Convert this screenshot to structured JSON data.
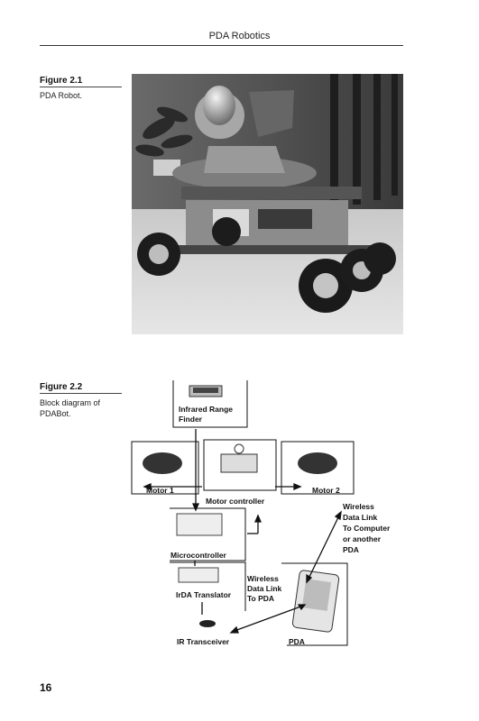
{
  "header": {
    "title": "PDA Robotics"
  },
  "figure1": {
    "label": "Figure 2.1",
    "caption": "PDA Robot."
  },
  "figure2": {
    "label": "Figure 2.2",
    "caption": "Block diagram of PDABot.",
    "blocks": {
      "range_finder": [
        "Infrared Range",
        "Finder"
      ],
      "motor1": "Motor 1",
      "motor_controller": "Motor controller",
      "motor2": "Motor 2",
      "microcontroller": "Microcontroller",
      "irda": "IrDA Translator",
      "transceiver": "IR Transceiver",
      "pda": "PDA",
      "wireless_pda": [
        "Wireless",
        "Data Link",
        "To PDA"
      ],
      "wireless_computer": [
        "Wireless",
        "Data Link",
        "To Computer",
        "or another",
        "PDA"
      ]
    }
  },
  "footer": {
    "page_number": "16"
  }
}
